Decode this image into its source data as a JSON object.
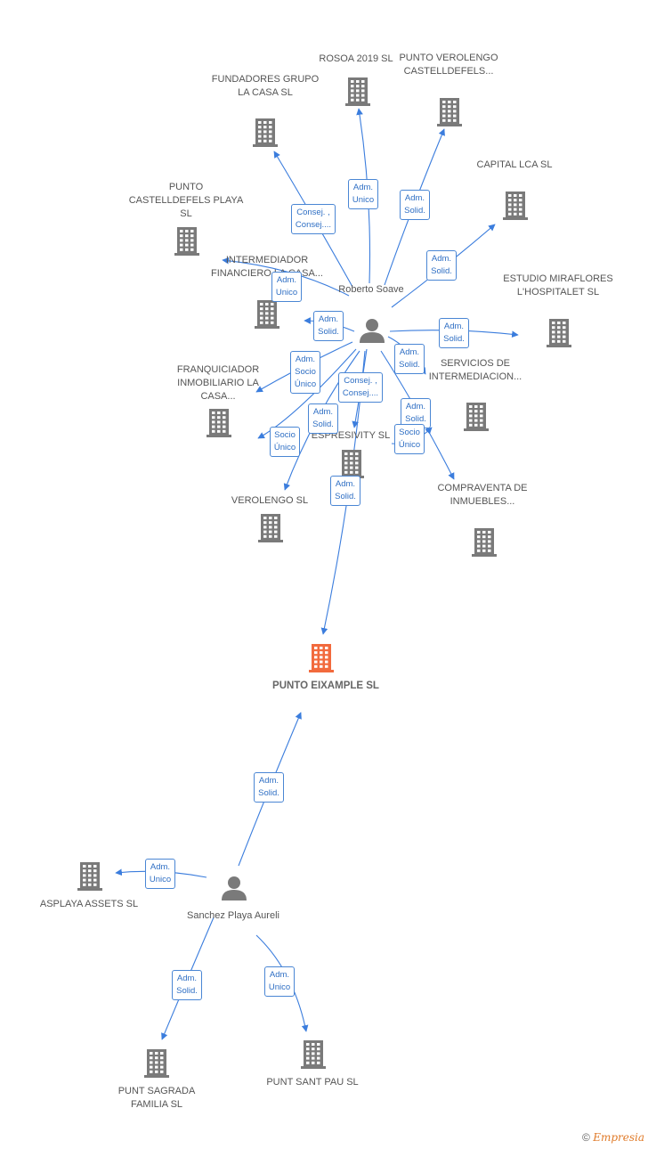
{
  "colors": {
    "edge": "#3b7ddd",
    "building": "#7a7a7a",
    "highlight": "#f26a3d",
    "person": "#7a7a7a"
  },
  "nodes": [
    {
      "id": "rosoa",
      "type": "company",
      "label": "ROSOA 2019  SL"
    },
    {
      "id": "punto_verolengo",
      "type": "company",
      "label": "PUNTO VEROLENGO CASTELLDEFELS..."
    },
    {
      "id": "fundadores",
      "type": "company",
      "label": "FUNDADORES GRUPO LA CASA SL"
    },
    {
      "id": "capital_lca",
      "type": "company",
      "label": "CAPITAL LCA SL"
    },
    {
      "id": "punto_castelldefels",
      "type": "company",
      "label": "PUNTO CASTELLDEFELS PLAYA  SL"
    },
    {
      "id": "estudio",
      "type": "company",
      "label": "ESTUDIO MIRAFLORES L'HOSPITALET SL"
    },
    {
      "id": "intermediador",
      "type": "company",
      "label": "INTERMEDIADOR FINANCIERO LA CASA..."
    },
    {
      "id": "roberto",
      "type": "person",
      "label": "Roberto Soave"
    },
    {
      "id": "servicios",
      "type": "company",
      "label": "SERVICIOS DE INTERMEDIACION..."
    },
    {
      "id": "franquiciador",
      "type": "company",
      "label": "FRANQUICIADOR INMOBILIARIO LA CASA..."
    },
    {
      "id": "espresivity",
      "type": "company",
      "label": "ESPRESIVITY SL"
    },
    {
      "id": "compraventa",
      "type": "company",
      "label": "COMPRAVENTA DE INMUEBLES..."
    },
    {
      "id": "verolengo",
      "type": "company",
      "label": "VEROLENGO SL"
    },
    {
      "id": "punto_eixample",
      "type": "company",
      "highlight": true,
      "label": "PUNTO EIXAMPLE  SL"
    },
    {
      "id": "asplaya",
      "type": "company",
      "label": "ASPLAYA ASSETS  SL"
    },
    {
      "id": "sanchez",
      "type": "person",
      "label": "Sanchez Playa Aureli"
    },
    {
      "id": "punt_sagrada",
      "type": "company",
      "label": "PUNT SAGRADA FAMILIA  SL"
    },
    {
      "id": "punt_sant_pau",
      "type": "company",
      "label": "PUNT SANT PAU  SL"
    }
  ],
  "edges": [
    {
      "from": "roberto",
      "to": "rosoa",
      "label": "Adm. Unico"
    },
    {
      "from": "roberto",
      "to": "punto_verolengo",
      "label": "Adm. Solid."
    },
    {
      "from": "roberto",
      "to": "fundadores",
      "label": "Consej. , Consej...."
    },
    {
      "from": "roberto",
      "to": "capital_lca",
      "label": "Adm. Solid."
    },
    {
      "from": "roberto",
      "to": "punto_castelldefels",
      "label": "Adm. Unico"
    },
    {
      "from": "roberto",
      "to": "estudio",
      "label": "Adm. Solid."
    },
    {
      "from": "roberto",
      "to": "intermediador",
      "label": "Adm. Solid."
    },
    {
      "from": "roberto",
      "to": "servicios",
      "label": "Adm. Solid."
    },
    {
      "from": "roberto",
      "to": "franquiciador",
      "label": "Adm. Socio Único"
    },
    {
      "from": "roberto",
      "to": "espresivity",
      "label": "Consej. , Consej...."
    },
    {
      "from": "roberto",
      "to": "compraventa",
      "label": "Adm. Solid."
    },
    {
      "from": "roberto",
      "to": "compraventa",
      "label": "Socio Único"
    },
    {
      "from": "roberto",
      "to": "verolengo",
      "label": "Socio Único"
    },
    {
      "from": "roberto",
      "to": "verolengo",
      "label": "Adm. Solid."
    },
    {
      "from": "roberto",
      "to": "punto_eixample",
      "label": "Adm. Solid."
    },
    {
      "from": "sanchez",
      "to": "punto_eixample",
      "label": "Adm. Solid."
    },
    {
      "from": "sanchez",
      "to": "asplaya",
      "label": "Adm. Unico"
    },
    {
      "from": "sanchez",
      "to": "punt_sagrada",
      "label": "Adm. Solid."
    },
    {
      "from": "sanchez",
      "to": "punt_sant_pau",
      "label": "Adm. Unico"
    }
  ],
  "footer": {
    "copyright": "©",
    "brand": "Empresia"
  }
}
